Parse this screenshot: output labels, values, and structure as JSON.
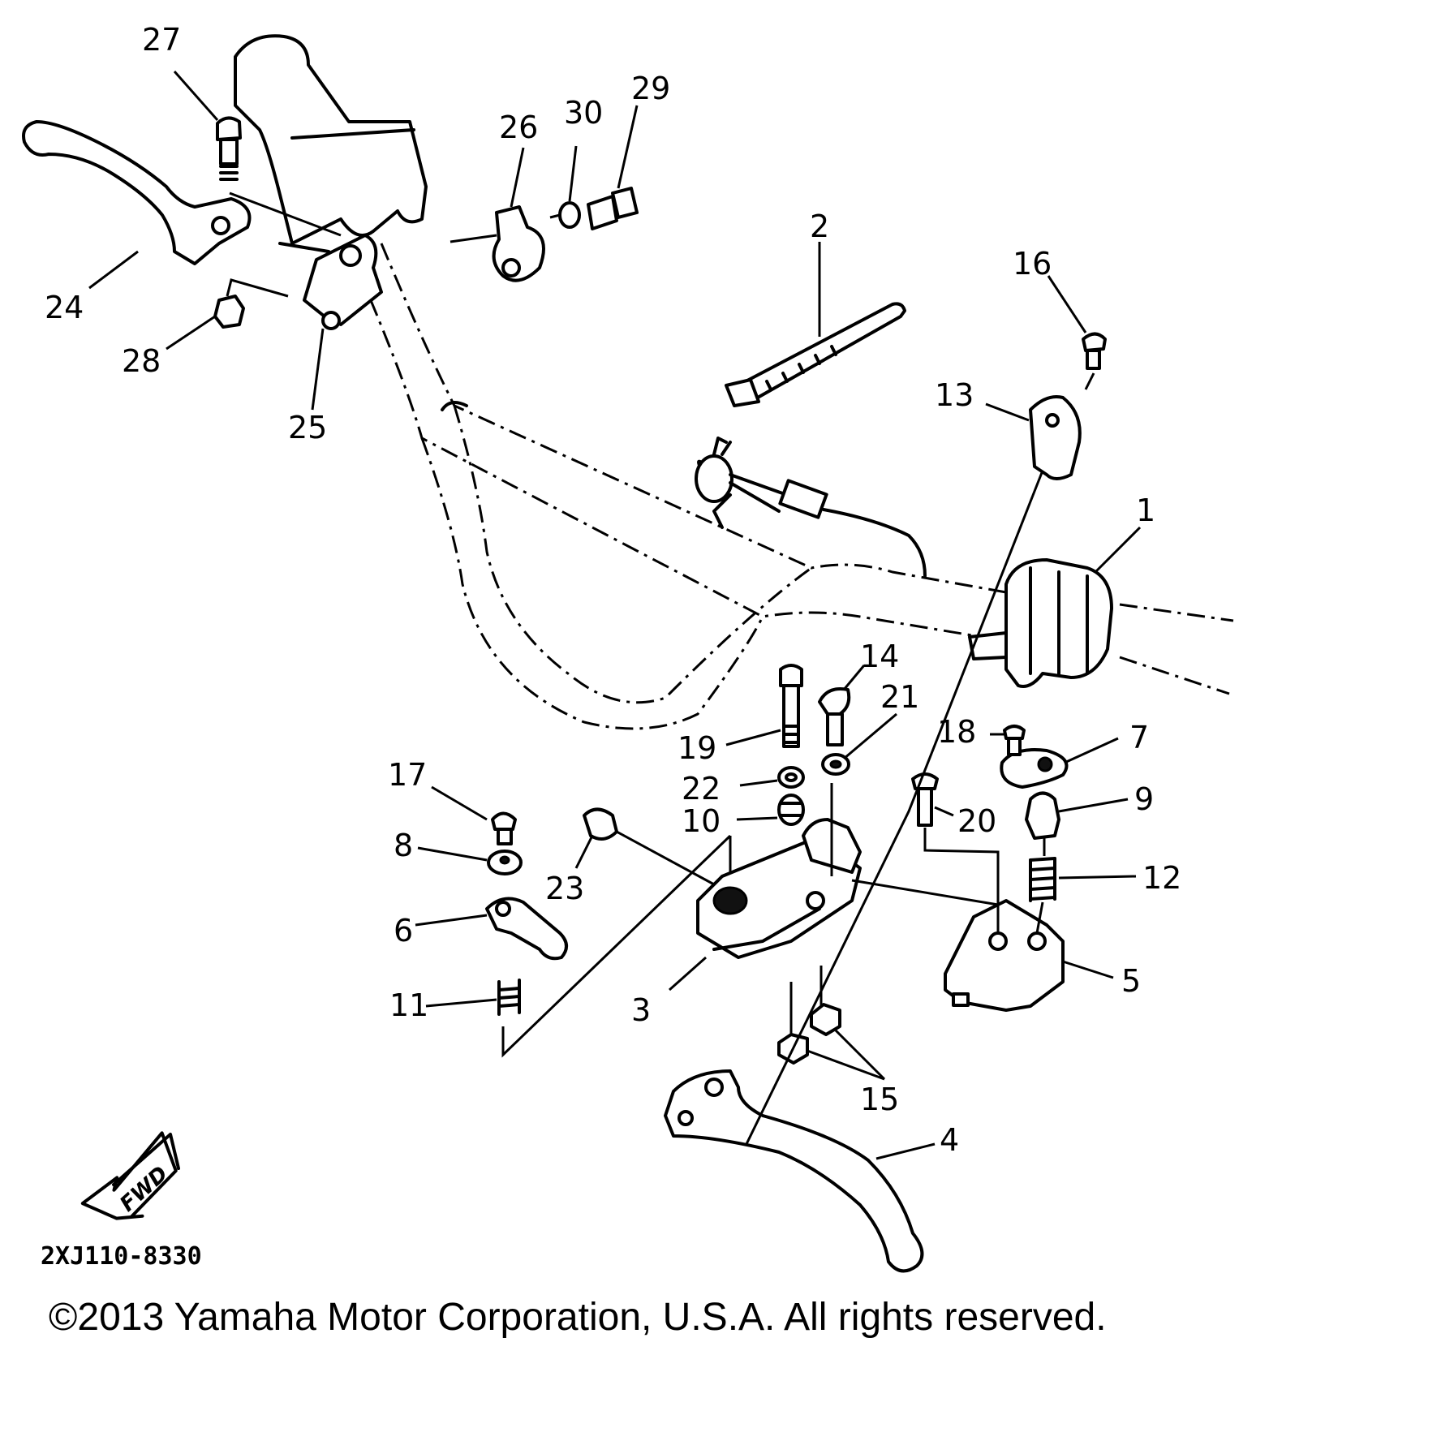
{
  "diagram": {
    "callouts": [
      "1",
      "2",
      "3",
      "4",
      "5",
      "6",
      "7",
      "8",
      "9",
      "10",
      "11",
      "12",
      "13",
      "14",
      "15",
      "16",
      "17",
      "18",
      "19",
      "20",
      "21",
      "22",
      "23",
      "24",
      "25",
      "26",
      "27",
      "28",
      "29",
      "30"
    ],
    "direction_label": "FWD",
    "drawing_code": "2XJ110-8330"
  },
  "footer": {
    "copyright": "©2013 Yamaha Motor Corporation, U.S.A. All rights reserved."
  }
}
